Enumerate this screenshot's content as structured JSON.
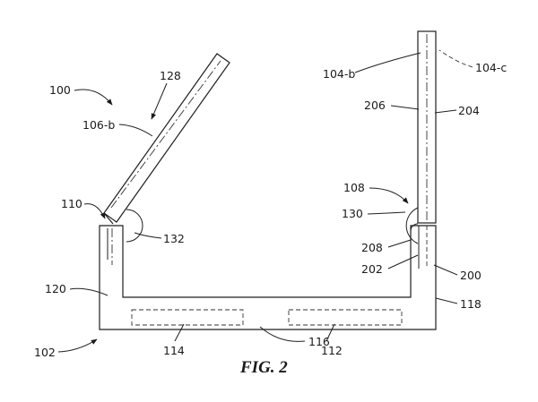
{
  "labels": {
    "l100": "100",
    "l128": "128",
    "l106b": "106-b",
    "l110": "110",
    "l132": "132",
    "l120": "120",
    "l102": "102",
    "l114": "114",
    "l116": "116",
    "l112": "112",
    "l104b": "104-b",
    "l104c": "104-c",
    "l206": "206",
    "l204": "204",
    "l108": "108",
    "l130": "130",
    "l208": "208",
    "l202": "202",
    "l200": "200",
    "l118": "118"
  },
  "figure_caption": "FIG. 2"
}
